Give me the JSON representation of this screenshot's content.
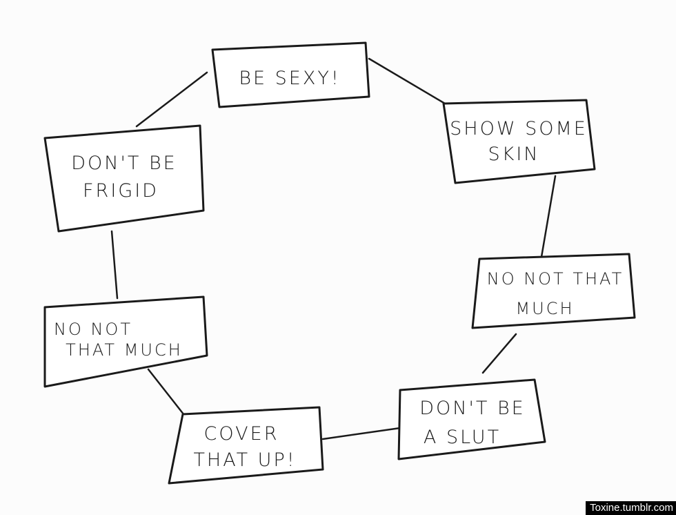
{
  "nodes": [
    {
      "id": "be-sexy",
      "lines": [
        "BE SEXY!"
      ]
    },
    {
      "id": "show-some-skin",
      "lines": [
        "SHOW SOME",
        "SKIN"
      ]
    },
    {
      "id": "no-not-that-much-right",
      "lines": [
        "NO NOT THAT",
        "MUCH"
      ]
    },
    {
      "id": "dont-be-a-slut",
      "lines": [
        "DON'T BE",
        "A SLUT"
      ]
    },
    {
      "id": "cover-that-up",
      "lines": [
        "COVER",
        "THAT UP!"
      ]
    },
    {
      "id": "no-not-that-much-left",
      "lines": [
        "NO NOT",
        "THAT MUCH"
      ]
    },
    {
      "id": "dont-be-frigid",
      "lines": [
        "DON'T BE",
        "FRIGID"
      ]
    }
  ],
  "watermark": "Toxine.tumblr.com"
}
